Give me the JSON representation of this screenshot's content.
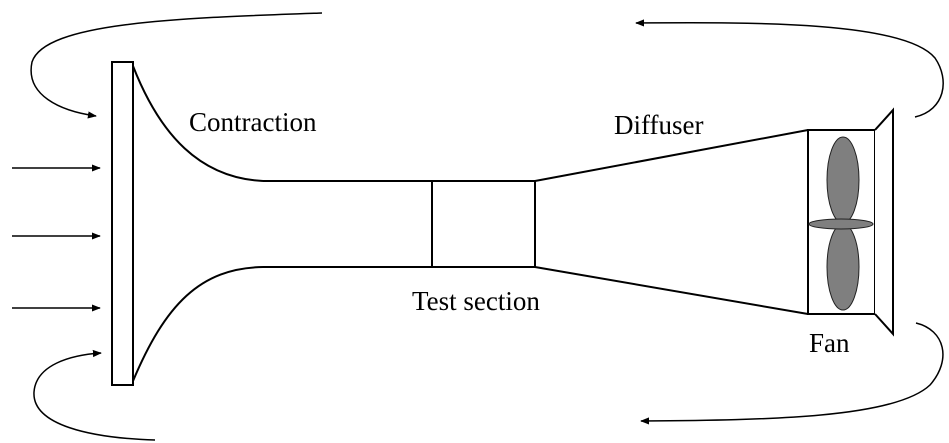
{
  "labels": {
    "contraction": "Contraction",
    "diffuser": "Diffuser",
    "test_section": "Test section",
    "fan": "Fan"
  },
  "colors": {
    "stroke": "#000000",
    "fan_blade": "#7f7f7f",
    "background": "#ffffff"
  }
}
